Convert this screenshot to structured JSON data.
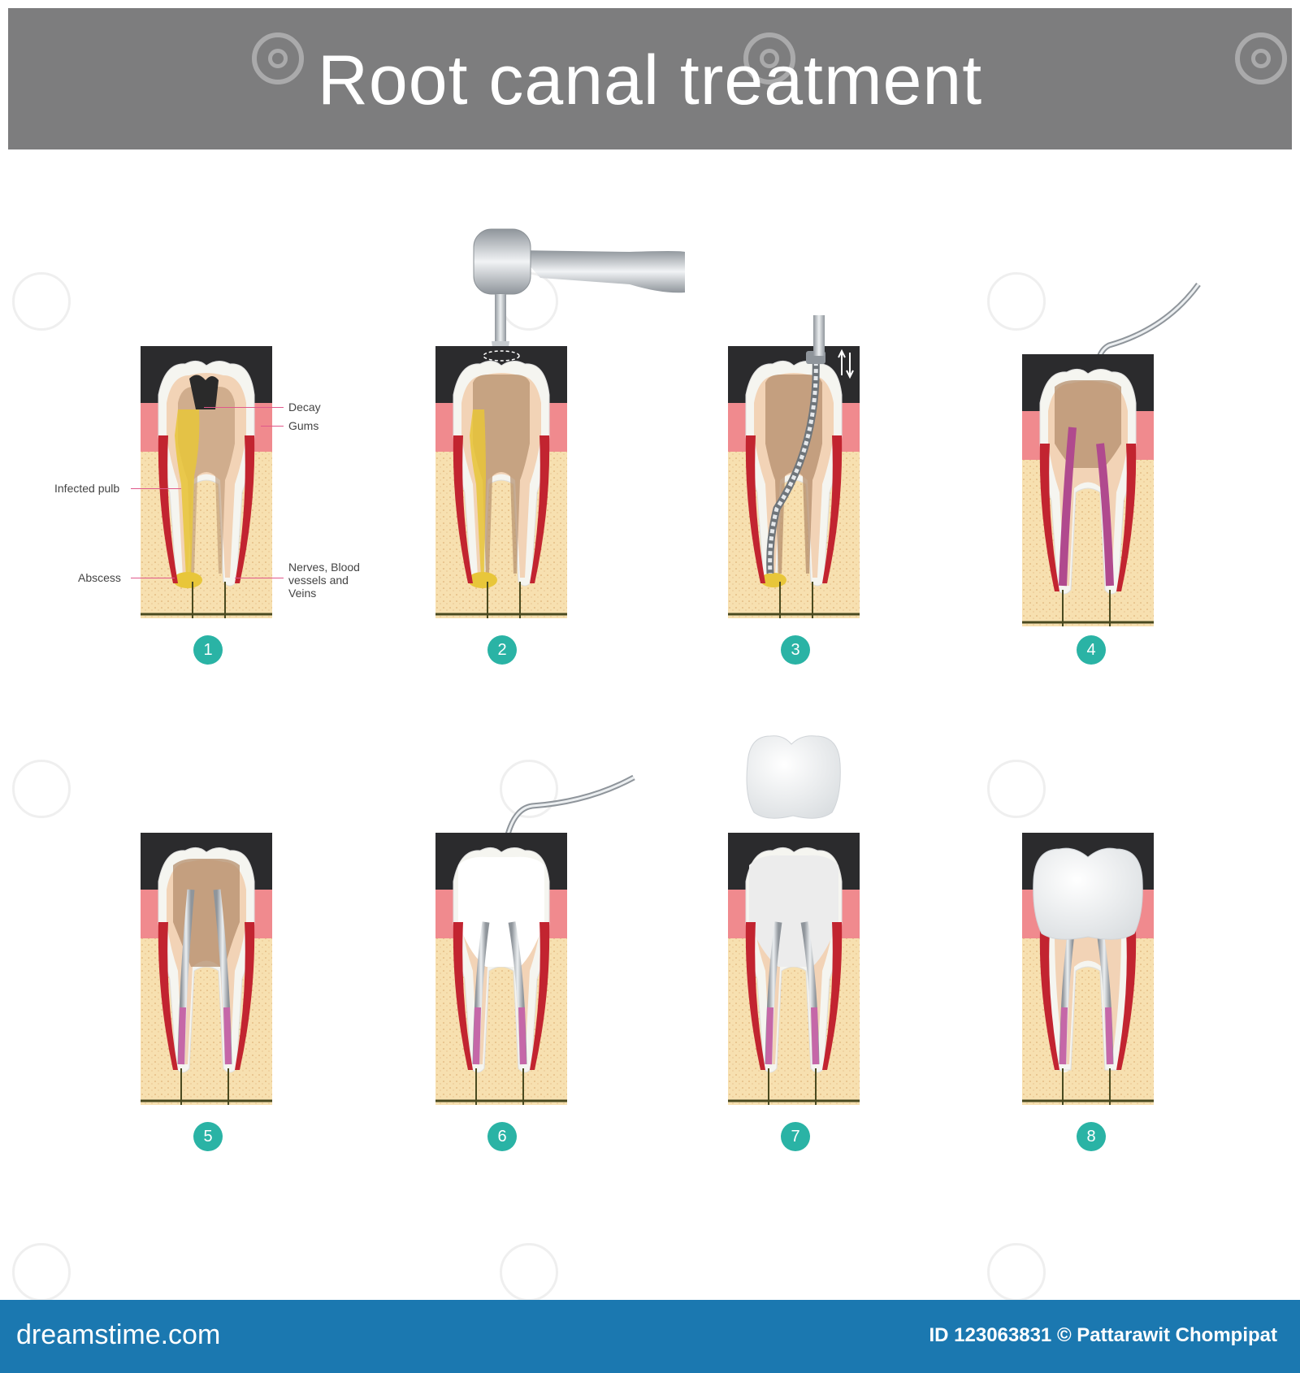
{
  "header": {
    "title": "Root canal treatment"
  },
  "labels": {
    "decay": "Decay",
    "gums": "Gums",
    "infected_pulb": "Infected pulb",
    "abscess": "Abscess",
    "nerves": "Nerves, Blood vessels and Veins"
  },
  "steps": [
    "1",
    "2",
    "3",
    "4",
    "5",
    "6",
    "7",
    "8"
  ],
  "footer": {
    "logo": "dreamstime.com",
    "credit": "ID 123063831 © Pattarawit Chompipat"
  },
  "colors": {
    "title_bar": "#7d7d7e",
    "badge": "#2ab3a5",
    "footer": "#1b78b0",
    "gum": "#f08a8e",
    "bone": "#f7e0b0",
    "pulp": "#b48e6c",
    "decay": "#2a2a2a",
    "infection": "#e8c63a",
    "filling": "#c0c4c8",
    "crown": "#f4f4f4"
  }
}
